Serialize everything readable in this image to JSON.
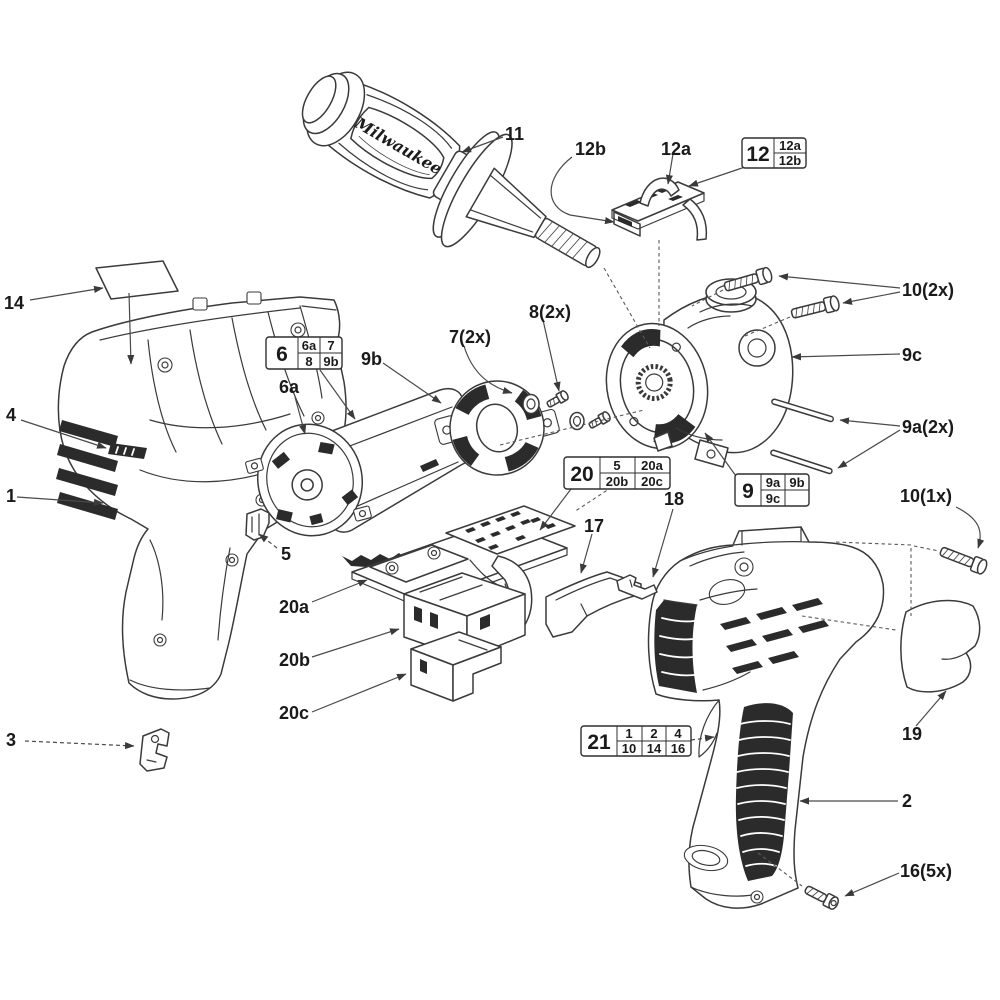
{
  "page": {
    "background": "#ffffff",
    "colors": {
      "ink": "#3a3a3a",
      "dark_fill": "#2b2b2b"
    }
  },
  "diagram": {
    "type": "exploded-parts-diagram",
    "brand_logo_text": "Milwaukee",
    "callouts": {
      "c11": "11",
      "c12a": "12a",
      "c12b": "12b",
      "c14": "14",
      "c10_2x": "10(2x)",
      "c9c": "9c",
      "c8_2x": "8(2x)",
      "c7_2x": "7(2x)",
      "c9b": "9b",
      "c6a": "6a",
      "c4": "4",
      "c9a_2x": "9a(2x)",
      "c1": "1",
      "c10_1x": "10(1x)",
      "c5": "5",
      "c17": "17",
      "c18": "18",
      "c20a": "20a",
      "c20b": "20b",
      "c20c": "20c",
      "c19": "19",
      "c3": "3",
      "c2": "2",
      "c16_5x": "16(5x)"
    },
    "group_boxes": {
      "b12": {
        "main": "12",
        "r1": "12a",
        "r2": "12b"
      },
      "b6": {
        "main": "6",
        "r1c1": "6a",
        "r1c2": "7",
        "r2c1": "8",
        "r2c2": "9b"
      },
      "b20": {
        "main": "20",
        "r1c1": "5",
        "r1c2": "20a",
        "r2c1": "20b",
        "r2c2": "20c"
      },
      "b9": {
        "main": "9",
        "r1c1": "9a",
        "r1c2": "9b",
        "r2c1": "9c",
        "r2c2": ""
      },
      "b21": {
        "main": "21",
        "r1c1": "1",
        "r1c2": "2",
        "r1c3": "4",
        "r2c1": "10",
        "r2c2": "14",
        "r2c3": "16"
      }
    }
  }
}
